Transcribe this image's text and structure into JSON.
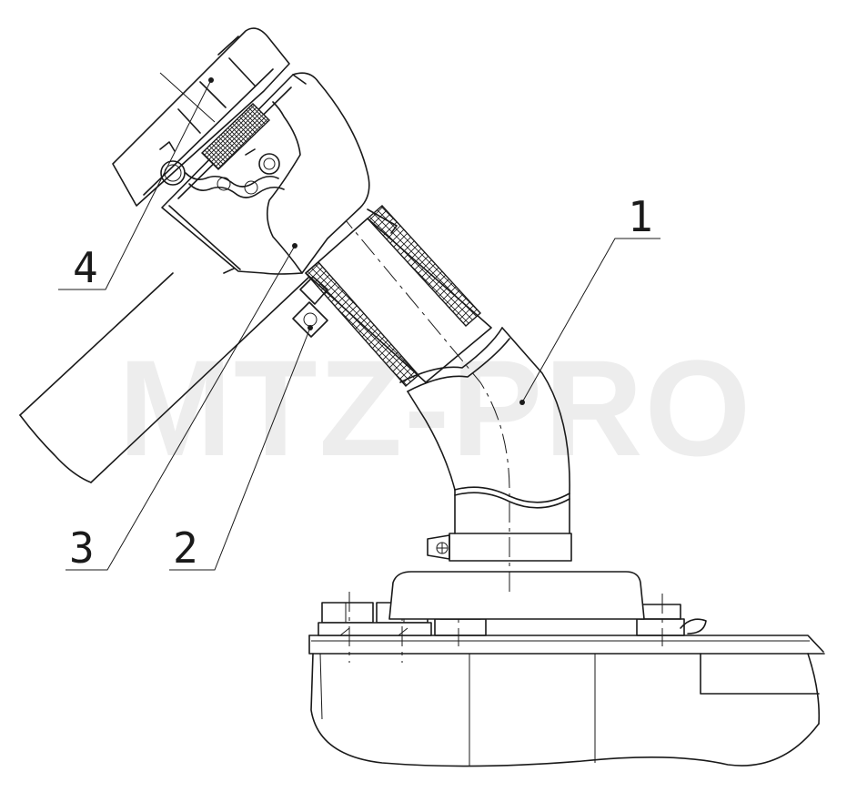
{
  "watermark": "MTZ-PRO",
  "callouts": [
    {
      "id": "1",
      "label": "1"
    },
    {
      "id": "2",
      "label": "2"
    },
    {
      "id": "3",
      "label": "3"
    },
    {
      "id": "4",
      "label": "4"
    }
  ]
}
